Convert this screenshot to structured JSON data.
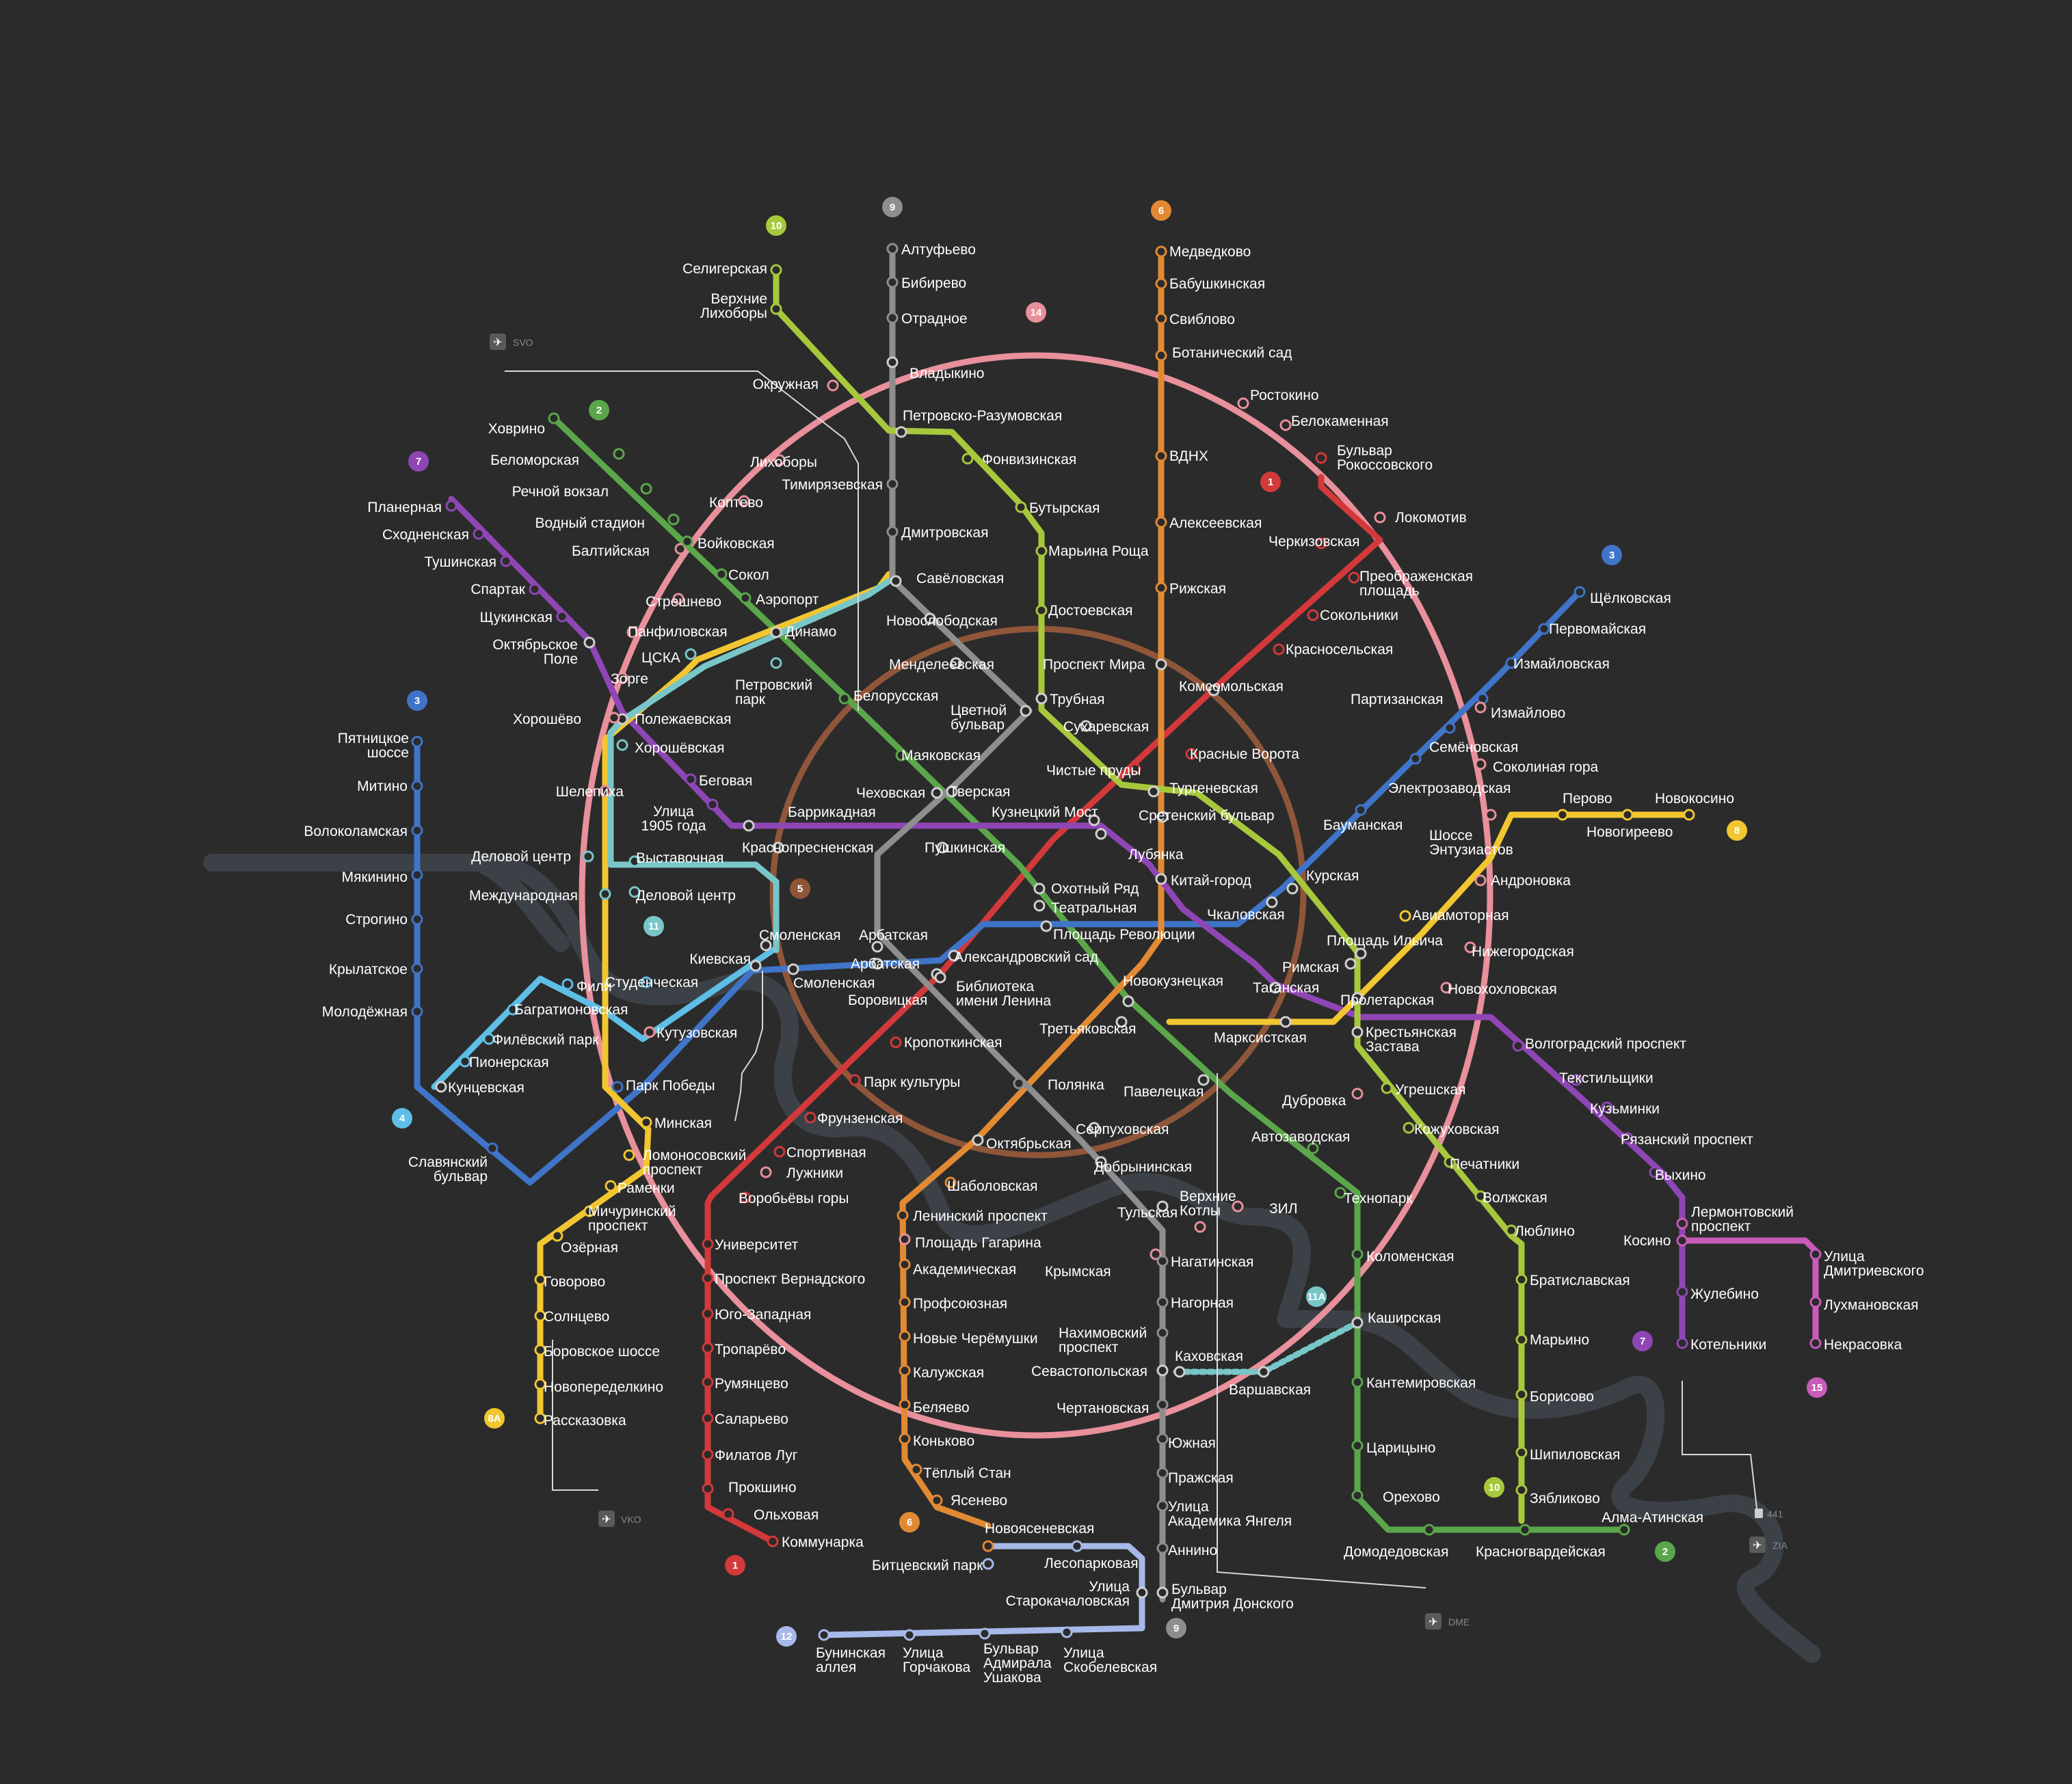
{
  "colors": {
    "l1": "#d2393a",
    "l2": "#5ba64b",
    "l3": "#3f74c8",
    "l4": "#5ebee6",
    "l5": "#8f563a",
    "l6": "#e28a33",
    "l7": "#8f46b5",
    "l8": "#f2c631",
    "l9": "#8e8e8e",
    "l10": "#a7c83c",
    "l11": "#79c6c8",
    "l12": "#a6b9e8",
    "l14": "#e8909b",
    "l15": "#c95bb9",
    "l11a": "#79c6c8",
    "l8a": "#f2c631"
  },
  "badges": [
    {
      "id": "b10a",
      "text": "10",
      "color": "#a7c83c",
      "icon": "line-10-badge"
    },
    {
      "id": "b9a",
      "text": "9",
      "color": "#8e8e8e",
      "icon": "line-9-badge"
    },
    {
      "id": "b6a",
      "text": "6",
      "color": "#e28a33",
      "icon": "line-6-badge"
    },
    {
      "id": "b14",
      "text": "14",
      "color": "#e8909b",
      "icon": "line-14-badge"
    },
    {
      "id": "b2a",
      "text": "2",
      "color": "#5ba64b",
      "icon": "line-2-badge"
    },
    {
      "id": "b7a",
      "text": "7",
      "color": "#8f46b5",
      "icon": "line-7-badge"
    },
    {
      "id": "b1a",
      "text": "1",
      "color": "#d2393a",
      "icon": "line-1-badge"
    },
    {
      "id": "b3a",
      "text": "3",
      "color": "#3f74c8",
      "icon": "line-3-badge"
    },
    {
      "id": "b3b",
      "text": "3",
      "color": "#3f74c8",
      "icon": "line-3-badge"
    },
    {
      "id": "b8",
      "text": "8",
      "color": "#f2c631",
      "icon": "line-8-badge"
    },
    {
      "id": "b5",
      "text": "5",
      "color": "#8f563a",
      "icon": "line-5-badge"
    },
    {
      "id": "b11",
      "text": "11",
      "color": "#79c6c8",
      "icon": "line-11-badge"
    },
    {
      "id": "b4",
      "text": "4",
      "color": "#5ebee6",
      "icon": "line-4-badge"
    },
    {
      "id": "b8a",
      "text": "8А",
      "color": "#f2c631",
      "icon": "line-8a-badge"
    },
    {
      "id": "b11a",
      "text": "11А",
      "color": "#79c6c8",
      "icon": "line-11a-badge"
    },
    {
      "id": "b7b",
      "text": "7",
      "color": "#8f46b5",
      "icon": "line-7-badge"
    },
    {
      "id": "b15",
      "text": "15",
      "color": "#c95bb9",
      "icon": "line-15-badge"
    },
    {
      "id": "b10b",
      "text": "10",
      "color": "#a7c83c",
      "icon": "line-10-badge"
    },
    {
      "id": "b6b",
      "text": "6",
      "color": "#e28a33",
      "icon": "line-6-badge"
    },
    {
      "id": "b1b",
      "text": "1",
      "color": "#d2393a",
      "icon": "line-1-badge"
    },
    {
      "id": "b2b",
      "text": "2",
      "color": "#5ba64b",
      "icon": "line-2-badge"
    },
    {
      "id": "b12",
      "text": "12",
      "color": "#a6b9e8",
      "icon": "line-12-badge"
    },
    {
      "id": "b9b",
      "text": "9",
      "color": "#8e8e8e",
      "icon": "line-9-badge"
    }
  ],
  "airports": {
    "svo": "SVO",
    "vko": "VKO",
    "dme": "DME",
    "zia": "ZIA",
    "bus": "441"
  },
  "stations": {
    "seligerskaya": "Селигерская",
    "verkhnie_likhobory": [
      "Верхние",
      "Лихоборы"
    ],
    "altufyevo": "Алтуфьево",
    "bibirevo": "Бибирево",
    "otradnoe": "Отрадное",
    "vladykino": "Владыкино",
    "petrovsko_razum": "Петровско-Разумовская",
    "fonvizinskaya": "Фонвизинская",
    "butyrskaya": "Бутырская",
    "maryina_roshcha": "Марьина Роща",
    "dostoevskaya": "Достоевская",
    "trubnaya": "Трубная",
    "sretensky": "Сретенский бульвар",
    "medvedkovo": "Медведково",
    "babushkinskaya": "Бабушкинская",
    "sviblovo": "Свиблово",
    "botanichesky": "Ботанический сад",
    "vdnkh": "ВДНХ",
    "alekseevskaya": "Алексеевская",
    "rizhskaya": "Рижская",
    "prospekt_mira": "Проспект Мира",
    "sukharevskaya": "Сухаревская",
    "turgenevskaya": "Тургеневская",
    "kitay_gorod": "Китай-город",
    "rostokino": "Ростокино",
    "belokamennaya": "Белокаменная",
    "bulvar_rokoss": [
      "Бульвар",
      "Рокоссовского"
    ],
    "lokomotiv": "Локомотив",
    "cherkizovskaya": "Черкизовская",
    "preobrazhenskaya": [
      "Преображенская",
      "площадь"
    ],
    "sokolniki": "Сокольники",
    "krasnoselskaya": "Красносельская",
    "komsomolskaya": "Комсомольская",
    "krasnye_vorota": "Красные Ворота",
    "chistye_prudy": "Чистые пруды",
    "lubyanka": "Лубянка",
    "okhotny_ryad": "Охотный Ряд",
    "teatralnaya": "Театральная",
    "ploshchad_revolyutsii": "Площадь Революции",
    "okruzhnaya": "Окружная",
    "likhobory": "Лихоборы",
    "koptevo": "Коптево",
    "timiryazevskaya": "Тимирязевская",
    "dmitrovskaya": "Дмитровская",
    "savyolovskaya": "Савёловская",
    "novoslobodskaya": "Новослободская",
    "mendeleevskaya": "Менделеевская",
    "tsvetnoy": [
      "Цветной",
      "бульвар"
    ],
    "khovrino": "Ховрино",
    "belomorskaya": "Беломорская",
    "rechnoy": "Речной вокзал",
    "vodny": "Водный стадион",
    "baltiyskaya": "Балтийская",
    "voykovskaya": "Войковская",
    "sokol": "Сокол",
    "streshnevo": "Стрешнево",
    "aeroport": "Аэропорт",
    "dinamo": "Динамо",
    "panfilovskaya": "Панфиловская",
    "cska": "ЦСКА",
    "zorge": "Зорге",
    "petrovsky_park": [
      "Петровский",
      "парк"
    ],
    "belorusskaya": "Белорусская",
    "mayakovskaya": "Маяковская",
    "tverskaya": "Тверская",
    "chekhovskaya": "Чеховская",
    "pushkinskaya": "Пушкинская",
    "kuznetsky": "Кузнецкий Мост",
    "planernaya": "Планерная",
    "skhodnenskaya": "Сходненская",
    "tushinskaya": "Тушинская",
    "spartak": "Спартак",
    "shchukinskaya": "Щукинская",
    "oktyabrskoe_pole": [
      "Октябрьское",
      "Поле"
    ],
    "polezhaevskaya": "Полежаевская",
    "khoroshyovo": "Хорошёво",
    "khoroshyovskaya": "Хорошёвская",
    "begovaya": "Беговая",
    "ulitsa1905": [
      "Улица",
      "1905 года"
    ],
    "barrikadnaya": "Баррикадная",
    "krasnopresnenskaya": "Краснопресненская",
    "pyatnitskoe": [
      "Пятницкое",
      "шоссе"
    ],
    "mitino": "Митино",
    "volokolamskaya": "Волоколамская",
    "myakinino": "Мякинино",
    "strogino": "Строгино",
    "krylatskoe": "Крылатское",
    "molodezhnaya": "Молодёжная",
    "kuntsevskaya": "Кунцевская",
    "slavyansky": [
      "Славянский",
      "бульвар"
    ],
    "shelepikha": "Шелепиха",
    "delovoy_centr1": "Деловой центр",
    "mezhdunarodnaya": "Международная",
    "vystavochnaya": "Выставочная",
    "delovoy_centr2": "Деловой центр",
    "fili": "Фили",
    "bagrationovskaya": "Багратионовская",
    "filyovsky": "Филёвский парк",
    "pionerskaya": "Пионерская",
    "studencheskaya": "Студенческая",
    "kievskaya": "Киевская",
    "kutuzovskaya": "Кутузовская",
    "park_pobedy": "Парк Победы",
    "smolenskaya1": "Смоленская",
    "smolenskaya2": "Смоленская",
    "arbatskaya1": "Арбатская",
    "arbatskaya2": "Арбатская",
    "borovitskaya": "Боровицкая",
    "aleksandrovsky": "Александровский сад",
    "biblioteka": [
      "Библиотека",
      "имени Ленина"
    ],
    "minskaya": "Минская",
    "lomonosovsky": [
      "Ломоносовский",
      "проспект"
    ],
    "ramenki": "Раменки",
    "michurinsky": [
      "Мичуринский",
      "проспект"
    ],
    "ozyornaya": "Озёрная",
    "govorovo": "Говорово",
    "solntsevo": "Солнцево",
    "borovskoe": "Боровское шоссе",
    "novoperedelkino": "Новопеределкино",
    "rasskazovka": "Рассказовка",
    "kropotkinskaya": "Кропоткинская",
    "park_kultury": "Парк культуры",
    "frunzenskaya": "Фрунзенская",
    "sportivnaya": "Спортивная",
    "luzhniki": "Лужники",
    "vorobyovy": "Воробьёвы горы",
    "universitet": "Университет",
    "prospekt_vernadskogo": "Проспект Вернадского",
    "yugo_zapadnaya": "Юго-Западная",
    "troparyovo": "Тропарёво",
    "rumyantsevo": "Румянцево",
    "salaryevo": "Саларьево",
    "filatov_lug": "Филатов Луг",
    "prokshino": "Прокшино",
    "olkhovaya": "Ольховая",
    "kommunarka": "Коммунарка",
    "polyanka": "Полянка",
    "serpukhovskaya": "Серпуховская",
    "dobryninskaya": "Добрынинская",
    "oktyabrskaya": "Октябрьская",
    "shabolovskaya": "Шаболовская",
    "leninsky": "Ленинский проспект",
    "ploshchad_gagarina": "Площадь Гагарина",
    "akademicheskaya": "Академическая",
    "profsoyuznaya": "Профсоюзная",
    "novye_cheryomushki": "Новые Черёмушки",
    "kaluzhskaya": "Калужская",
    "belyaevo": "Беляево",
    "konkovo": "Коньково",
    "tyoply_stan": "Тёплый Стан",
    "yasenevo": "Ясенево",
    "novoyasenevskaya": "Новоясеневская",
    "bitsevsky": "Битцевский парк",
    "lesoparkovaya": "Лесопарковая",
    "ulitsa_starokachalovskaya": [
      "Улица",
      "Старокачаловская"
    ],
    "buninskaya": [
      "Бунинская",
      "аллея"
    ],
    "gorchakova": [
      "Улица",
      "Горчакова"
    ],
    "ushakova": [
      "Бульвар",
      "Адмирала",
      "Ушакова"
    ],
    "skobelevskaya": [
      "Улица",
      "Скобелевская"
    ],
    "novokuznetskaya": "Новокузнецкая",
    "tretyakovskaya": "Третьяковская",
    "paveletskaya": "Павелецкая",
    "tulskaya": "Тульская",
    "verkhnie_kotly": [
      "Верхние",
      "Котлы"
    ],
    "zil": "ЗИЛ",
    "krymskaya": "Крымская",
    "nagatinskaya": "Нагатинская",
    "nagornaya": "Нагорная",
    "nakhimovsky": [
      "Нахимовский",
      "проспект"
    ],
    "sevastopolskaya": "Севастопольская",
    "kakhovskaya": "Каховская",
    "varshavskaya": "Варшавская",
    "chertanovskaya": "Чертановская",
    "yuzhnaya": "Южная",
    "prazhskaya": "Пражская",
    "akademika_yangelya": [
      "Улица",
      "Академика Янгеля"
    ],
    "annino": "Аннино",
    "dmitriya_donskogo": [
      "Бульвар",
      "Дмитрия Донского"
    ],
    "kashirskaya": "Каширская",
    "kolomenskaya": "Коломенская",
    "tekhnopark": "Технопарк",
    "avtozavodskaya": "Автозаводская",
    "kantemirovskaya": "Кантемировская",
    "tsaritsyno": "Царицыно",
    "orekhovo": "Орехово",
    "domodedovskaya": "Домодедовская",
    "krasnogvardeyskaya": "Красногвардейская",
    "alma_atinskaya": "Алма-Атинская",
    "partizanskaya": "Партизанская",
    "izmaylovo": "Измайлово",
    "shchyolkovskaya": "Щёлковская",
    "pervomayskaya": "Первомайская",
    "izmaylovskaya": "Измайловская",
    "semyonovskaya": "Семёновская",
    "elektrozavodskaya": "Электрозаводская",
    "baumanskaya": "Бауманская",
    "kurskaya": "Курская",
    "chkalovskaya": "Чкаловская",
    "sokolinaya_gora": "Соколиная гора",
    "shosse_entuziastov": [
      "Шоссе",
      "Энтузиастов"
    ],
    "perovo": "Перово",
    "novogireevo": "Новогиреево",
    "novokosino": "Новокосино",
    "aviamotornaya": "Авиамоторная",
    "ploshchad_ilyicha": "Площадь Ильича",
    "rimskaya": "Римская",
    "marksistskaya": "Марксистская",
    "taganskaya": "Таганская",
    "andronovka": "Андроновка",
    "nizhegorodskaya": "Нижегородская",
    "novokhokhlovskaya": "Новохохловская",
    "proletarskaya": "Пролетарская",
    "krestyanskaya": [
      "Крестьянская",
      "Застава"
    ],
    "volgogradsky": "Волгоградский проспект",
    "tekstilshchiki": "Текстильщики",
    "kuzminki": "Кузьминки",
    "ryazansky": "Рязанский проспект",
    "vykhino": "Выхино",
    "lermontovsky": [
      "Лермонтовский",
      "проспект"
    ],
    "kosino": "Косино",
    "zhulebino": "Жулебино",
    "kotelniki": "Котельники",
    "dmitrievskogo": [
      "Улица",
      "Дмитриевского"
    ],
    "lukhmanovskaya": "Лухмановская",
    "nekrasovka": "Некрасовка",
    "ugreshskaya": "Угрешская",
    "dubrovka": "Дубровка",
    "kozhukhovskaya": "Кожуховская",
    "pechatniki": "Печатники",
    "volzhskaya": "Волжская",
    "lyublino": "Люблино",
    "bratislavskaya": "Братиславская",
    "maryino": "Марьино",
    "borisovo": "Борисово",
    "shipilovskaya": "Шипиловская",
    "zyablikovo": "Зябликово"
  }
}
